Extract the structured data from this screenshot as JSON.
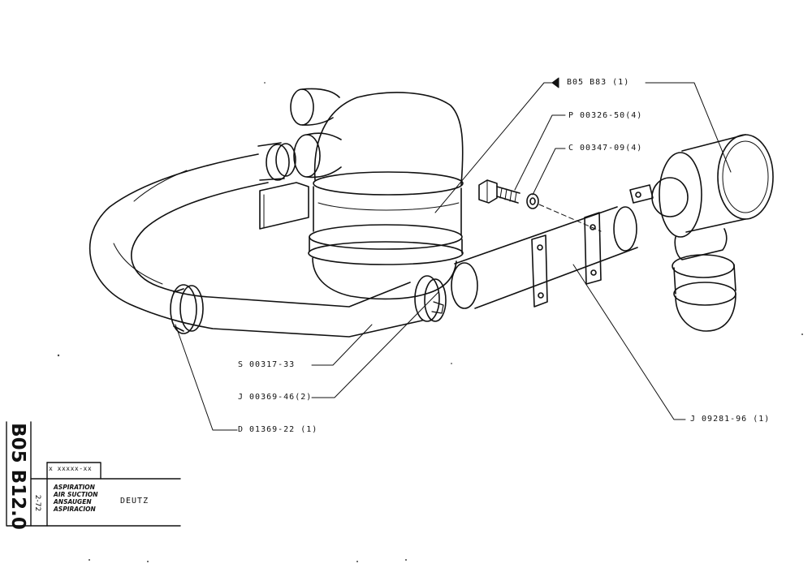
{
  "callouts": {
    "filter_ref": "B05  B83 (1)",
    "bolt": "P 00326-50(4)",
    "washer": "C 00347-09(4)",
    "hose": "S 00317-33",
    "clamp_small": "J 00369-46(2)",
    "clamp_large": "D 01369-22 (1)",
    "bracket_tube": "J 09281-96 (1)"
  },
  "title_block": {
    "code": "B05 B12.0",
    "date": "2-72",
    "reference": "x xxxxx-xx",
    "languages": [
      "ASPIRATION",
      "AIR SUCTION",
      "ANSAUGEN",
      "ASPIRACION"
    ],
    "brand": "DEUTZ"
  }
}
